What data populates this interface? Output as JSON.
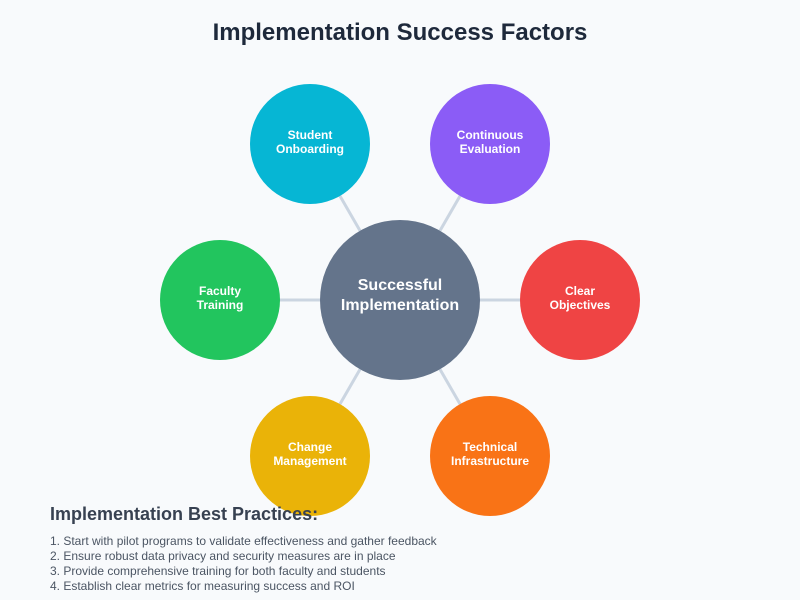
{
  "title": "Implementation Success Factors",
  "center": {
    "line1": "Successful",
    "line2": "Implementation",
    "color": "#64748b"
  },
  "nodes": [
    {
      "line1": "Student",
      "line2": "Onboarding",
      "color": "#06b6d4"
    },
    {
      "line1": "Continuous",
      "line2": "Evaluation",
      "color": "#8b5cf6"
    },
    {
      "line1": "Clear",
      "line2": "Objectives",
      "color": "#ef4444"
    },
    {
      "line1": "Technical",
      "line2": "Infrastructure",
      "color": "#f97316"
    },
    {
      "line1": "Change",
      "line2": "Management",
      "color": "#eab308"
    },
    {
      "line1": "Faculty",
      "line2": "Training",
      "color": "#22c55e"
    }
  ],
  "connector_color": "#cbd5e1",
  "practices": {
    "heading": "Implementation Best Practices:",
    "items": [
      "1. Start with pilot programs to validate effectiveness and gather feedback",
      "2. Ensure robust data privacy and security measures are in place",
      "3. Provide comprehensive training for both faculty and students",
      "4. Establish clear metrics for measuring success and ROI"
    ]
  }
}
